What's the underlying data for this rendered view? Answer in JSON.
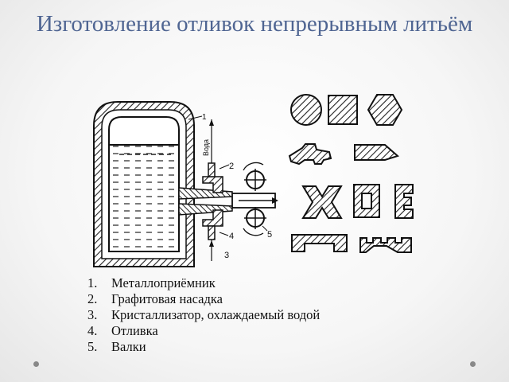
{
  "slide": {
    "title": "Изготовление отливок непрерывным литьём"
  },
  "diagram": {
    "callouts": [
      "1",
      "2",
      "3",
      "4",
      "5"
    ],
    "water_label": "Вода"
  },
  "legend": [
    {
      "num": "1.",
      "text": "Металлоприёмник"
    },
    {
      "num": "2.",
      "text": "Графитовая насадка"
    },
    {
      "num": "3.",
      "text": "Кристаллизатор, охлаждаемый водой"
    },
    {
      "num": "4.",
      "text": "Отливка"
    },
    {
      "num": "5.",
      "text": "Валки"
    }
  ]
}
